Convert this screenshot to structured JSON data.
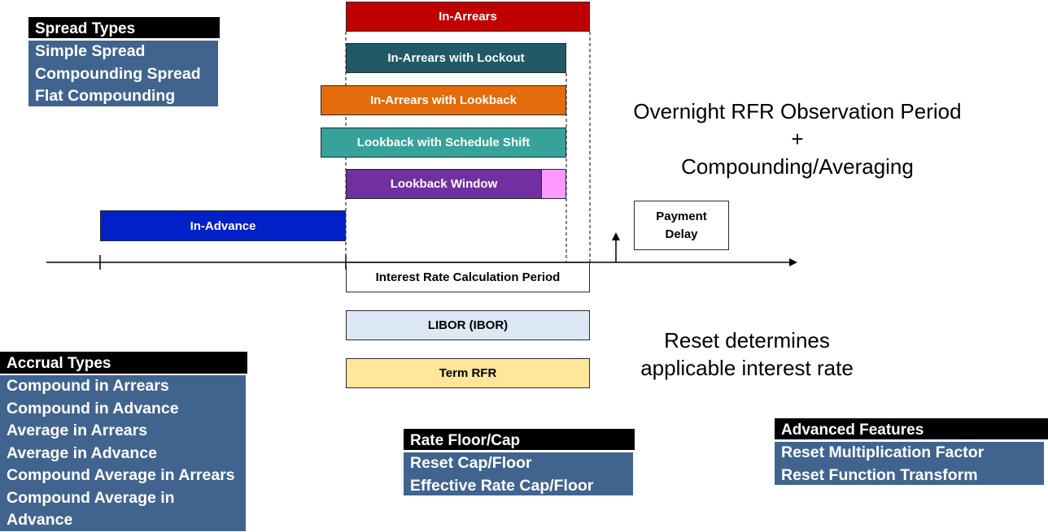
{
  "spread_types": {
    "header": "Spread Types",
    "items": [
      "Simple Spread",
      "Compounding Spread",
      "Flat Compounding"
    ]
  },
  "accrual_types": {
    "header": "Accrual Types",
    "items": [
      "Compound in Arrears",
      "Compound in Advance",
      "Average in Arrears",
      "Average in Advance",
      "Compound Average in Arrears",
      "Compound Average in",
      "Advance"
    ]
  },
  "rate_floor_cap": {
    "header": "Rate Floor/Cap",
    "items": [
      "Reset Cap/Floor",
      "Effective Rate Cap/Floor"
    ]
  },
  "advanced_features": {
    "header": "Advanced Features",
    "items": [
      "Reset Multiplication Factor",
      "Reset Function Transform"
    ]
  },
  "bars": {
    "in_arrears": "In-Arrears",
    "in_arrears_lockout": "In-Arrears with Lockout",
    "in_arrears_lookback": "In-Arrears with Lookback",
    "lookback_schedule_shift": "Lookback with Schedule Shift",
    "lookback_window": "Lookback Window",
    "in_advance": "In-Advance",
    "calc_period": "Interest Rate Calculation Period",
    "libor": "LIBOR (IBOR)",
    "term_rfr": "Term RFR"
  },
  "payment_delay": "Payment\nDelay",
  "observation_text": {
    "line1": "Overnight RFR Observation Period",
    "line2": "+",
    "line3": "Compounding/Averaging"
  },
  "reset_text": {
    "line1": "Reset determines",
    "line2": "applicable interest rate"
  },
  "colors": {
    "in_arrears": "#c00000",
    "lockout": "#215967",
    "lookback": "#e46c0a",
    "schedule_shift": "#36a29a",
    "lookback_window": "#7030a0",
    "lookback_window_tail": "#ff99ff",
    "in_advance": "#0020c8",
    "libor": "#dce9f5",
    "term_rfr": "#ffe699",
    "panel_body": "#41648f"
  }
}
